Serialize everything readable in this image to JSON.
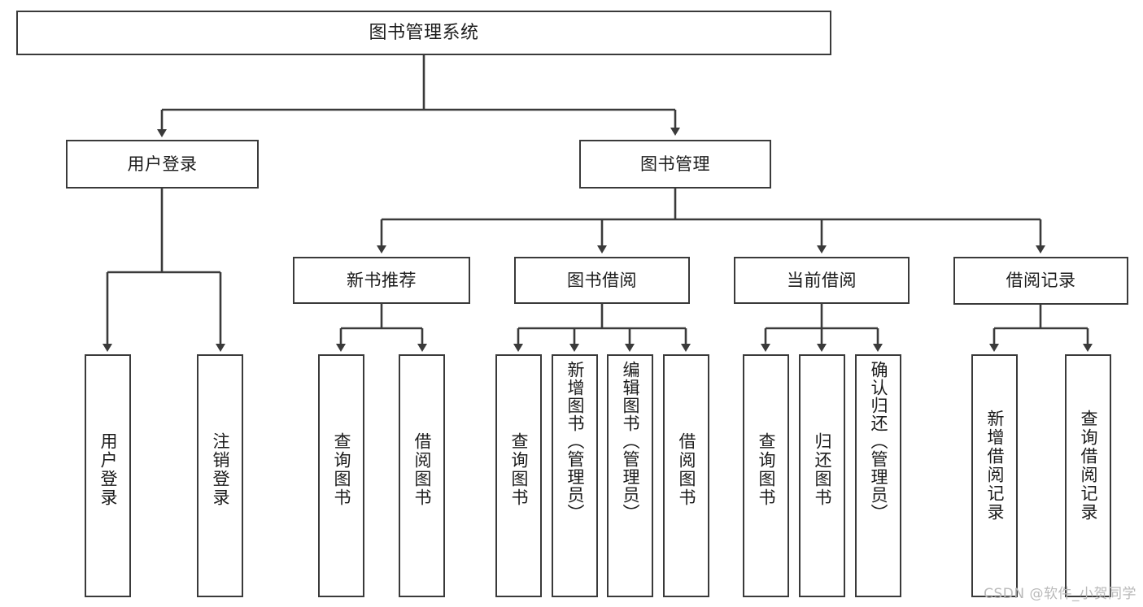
{
  "diagram": {
    "type": "tree",
    "title": "图书管理系统",
    "orientation": "top-down",
    "colors": {
      "node_border": "#3a3a3a",
      "node_fill": "#ffffff",
      "edge": "#3a3a3a",
      "text": "#1b1b1b",
      "watermark": "#b9b9b9"
    },
    "root": {
      "label": "图书管理系统"
    },
    "level1": [
      {
        "label": "用户登录"
      },
      {
        "label": "图书管理"
      }
    ],
    "level2": [
      {
        "label": "新书推荐"
      },
      {
        "label": "图书借阅"
      },
      {
        "label": "当前借阅"
      },
      {
        "label": "借阅记录"
      }
    ],
    "leaves": {
      "user_login": [
        {
          "label": "用户登录"
        },
        {
          "label": "注销登录"
        }
      ],
      "new_book_recommend": [
        {
          "label": "查询图书"
        },
        {
          "label": "借阅图书"
        }
      ],
      "book_borrow": [
        {
          "label": "查询图书"
        },
        {
          "label": "新增图书（管理员）"
        },
        {
          "label": "编辑图书（管理员）"
        },
        {
          "label": "借阅图书"
        }
      ],
      "current_borrow": [
        {
          "label": "查询图书"
        },
        {
          "label": "归还图书"
        },
        {
          "label": "确认归还（管理员）"
        }
      ],
      "borrow_record": [
        {
          "label": "新增借阅记录"
        },
        {
          "label": "查询借阅记录"
        }
      ]
    }
  },
  "watermark": {
    "text": "CSDN @软件_小贺同学"
  }
}
